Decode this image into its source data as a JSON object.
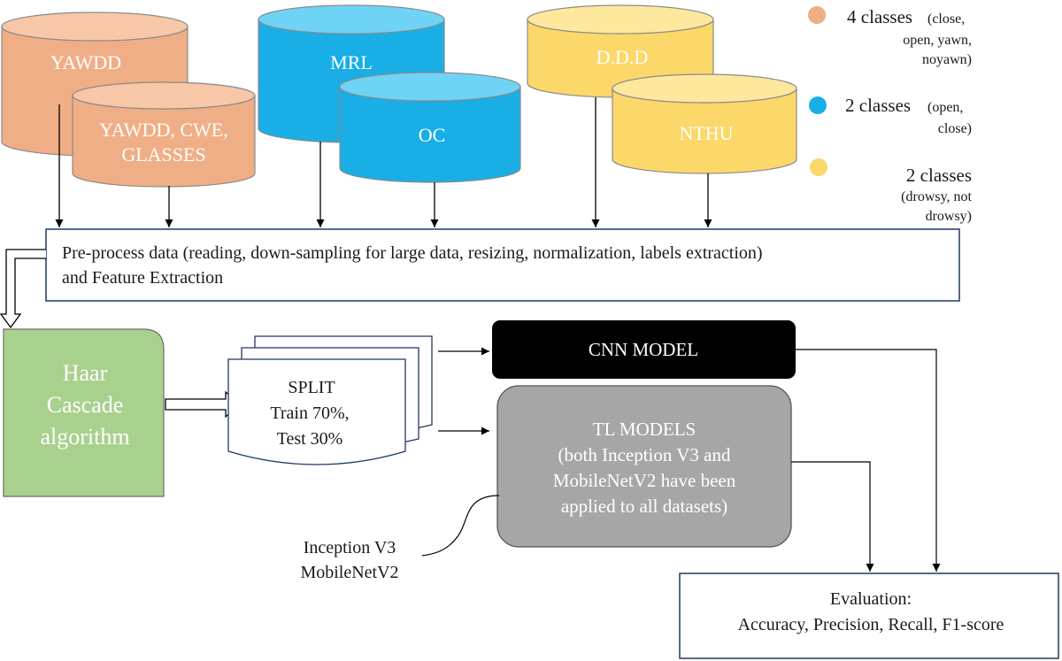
{
  "colors": {
    "orange_db": "#f0ae86",
    "orange_top": "#f7c7a8",
    "blue_db": "#19aee6",
    "blue_top": "#6fd3f5",
    "yellow_db": "#fcd76a",
    "yellow_top": "#fde89e",
    "haar_green": "#a9d18e",
    "cnn_box": "#000000",
    "tl_box": "#a6a6a6"
  },
  "databases": {
    "yawdd": "YAWDD",
    "yawdd_cwe_l1": "YAWDD, CWE,",
    "yawdd_cwe_l2": "GLASSES",
    "mrl": "MRL",
    "oc": "OC",
    "ddd": "D.D.D",
    "nthu": "NTHU"
  },
  "legend": {
    "orange_main": "4 classes",
    "orange_l1": "(close,",
    "orange_l2": "open, yawn,",
    "orange_l3": "noyawn)",
    "blue_main": "2 classes",
    "blue_l1": "(open,",
    "blue_l2": "close)",
    "yellow_main": "2 classes",
    "yellow_l1": "(drowsy, not",
    "yellow_l2": "drowsy)"
  },
  "preprocess": {
    "line1": "Pre-process data (reading, down-sampling for large data, resizing, normalization, labels extraction)",
    "line2": "and Feature Extraction"
  },
  "haar": {
    "line1": "Haar",
    "line2": "Cascade",
    "line3": "algorithm"
  },
  "split": {
    "line1": "SPLIT",
    "line2": "Train 70%,",
    "line3": "Test 30%"
  },
  "cnn": {
    "label": "CNN MODEL"
  },
  "tl": {
    "line1": "TL MODELS",
    "line2": "(both Inception V3 and",
    "line3": "MobileNetV2 have been",
    "line4": "applied to all datasets)"
  },
  "callout": {
    "line1": "Inception V3",
    "line2": "MobileNetV2"
  },
  "evaluation": {
    "line1": "Evaluation:",
    "line2": "Accuracy, Precision, Recall, F1-score"
  }
}
